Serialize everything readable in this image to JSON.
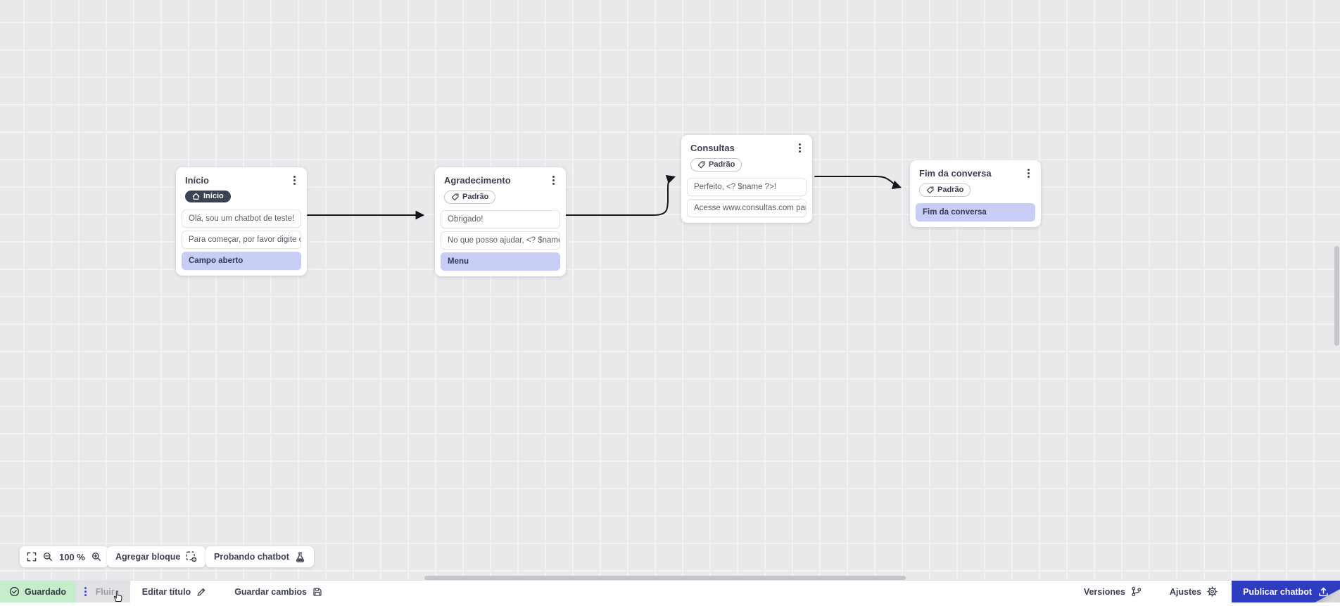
{
  "canvas": {
    "nodes": [
      {
        "title": "Início",
        "tag": {
          "label": "Início",
          "style": "dark",
          "icon": "home-icon"
        },
        "items": [
          {
            "text": "Olá, sou um chatbot de teste!",
            "highlighted": false
          },
          {
            "text": "Para começar, por favor digite o ...",
            "highlighted": false
          },
          {
            "text": "Campo aberto",
            "highlighted": true
          }
        ]
      },
      {
        "title": "Agradecimento",
        "tag": {
          "label": "Padrão",
          "style": "light",
          "icon": "tag-icon"
        },
        "items": [
          {
            "text": "Obrigado!",
            "highlighted": false
          },
          {
            "text": "No que posso ajudar, <? $name ...",
            "highlighted": false
          },
          {
            "text": "Menu",
            "highlighted": true
          }
        ]
      },
      {
        "title": "Consultas",
        "tag": {
          "label": "Padrão",
          "style": "light",
          "icon": "tag-icon"
        },
        "items": [
          {
            "text": "Perfeito, <? $name ?>!",
            "highlighted": false
          },
          {
            "text": "Acesse www.consultas.com par...",
            "highlighted": false
          }
        ]
      },
      {
        "title": "Fim da conversa",
        "tag": {
          "label": "Padrão",
          "style": "light",
          "icon": "tag-icon"
        },
        "items": [
          {
            "text": "Fim da conversa",
            "highlighted": true
          }
        ]
      }
    ],
    "toolbar": {
      "zoom_value": "100 %",
      "add_block": "Agregar bloque",
      "test_chatbot": "Probando chatbot"
    }
  },
  "footer": {
    "status": "Guardado",
    "flow_tab": "Fluir",
    "edit_title": "Editar título",
    "save_changes": "Guardar cambios",
    "versions": "Versiones",
    "settings": "Ajustes",
    "publish": "Publicar chatbot"
  },
  "icons": {
    "home-icon": "⌂",
    "tag-icon": "🏷",
    "kebab-menu-icon": "⋮",
    "check-circle-icon": "✓",
    "drag-grip-icon": "⋮",
    "pencil-icon": "✎",
    "save-icon": "🖪",
    "branch-icon": "⑂",
    "gear-icon": "⚙",
    "upload-icon": "↥",
    "fullscreen-icon": "⛶",
    "zoom-out-icon": "⊖",
    "zoom-in-icon": "⊕",
    "add-block-icon": "▣+",
    "flask-icon": "⚗",
    "hand-cursor-icon": "☛"
  },
  "colors": {
    "accent_blue": "#2e3cc2",
    "saved_green": "#c5edcb",
    "highlight_purple": "#c7cdf4",
    "badge_dark": "#3b4252",
    "arrow": "#15151a",
    "canvas_bg": "#e9e9ec"
  }
}
